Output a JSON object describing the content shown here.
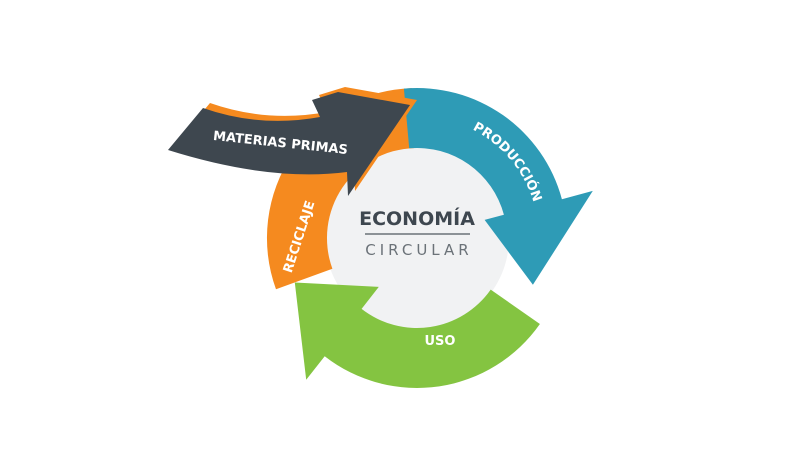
{
  "diagram": {
    "center_title": "ECONOMÍA",
    "center_subtitle": "CIRCULAR",
    "stages": {
      "materias_primas": "MATERIAS PRIMAS",
      "produccion": "PRODUCCIÓN",
      "uso": "USO",
      "reciclaje": "RECICLAJE"
    },
    "colors": {
      "materias_primas": "#3e474f",
      "produccion": "#2e9bb6",
      "uso": "#84c441",
      "reciclaje": "#f58a1f",
      "center": "#f1f2f3"
    }
  }
}
